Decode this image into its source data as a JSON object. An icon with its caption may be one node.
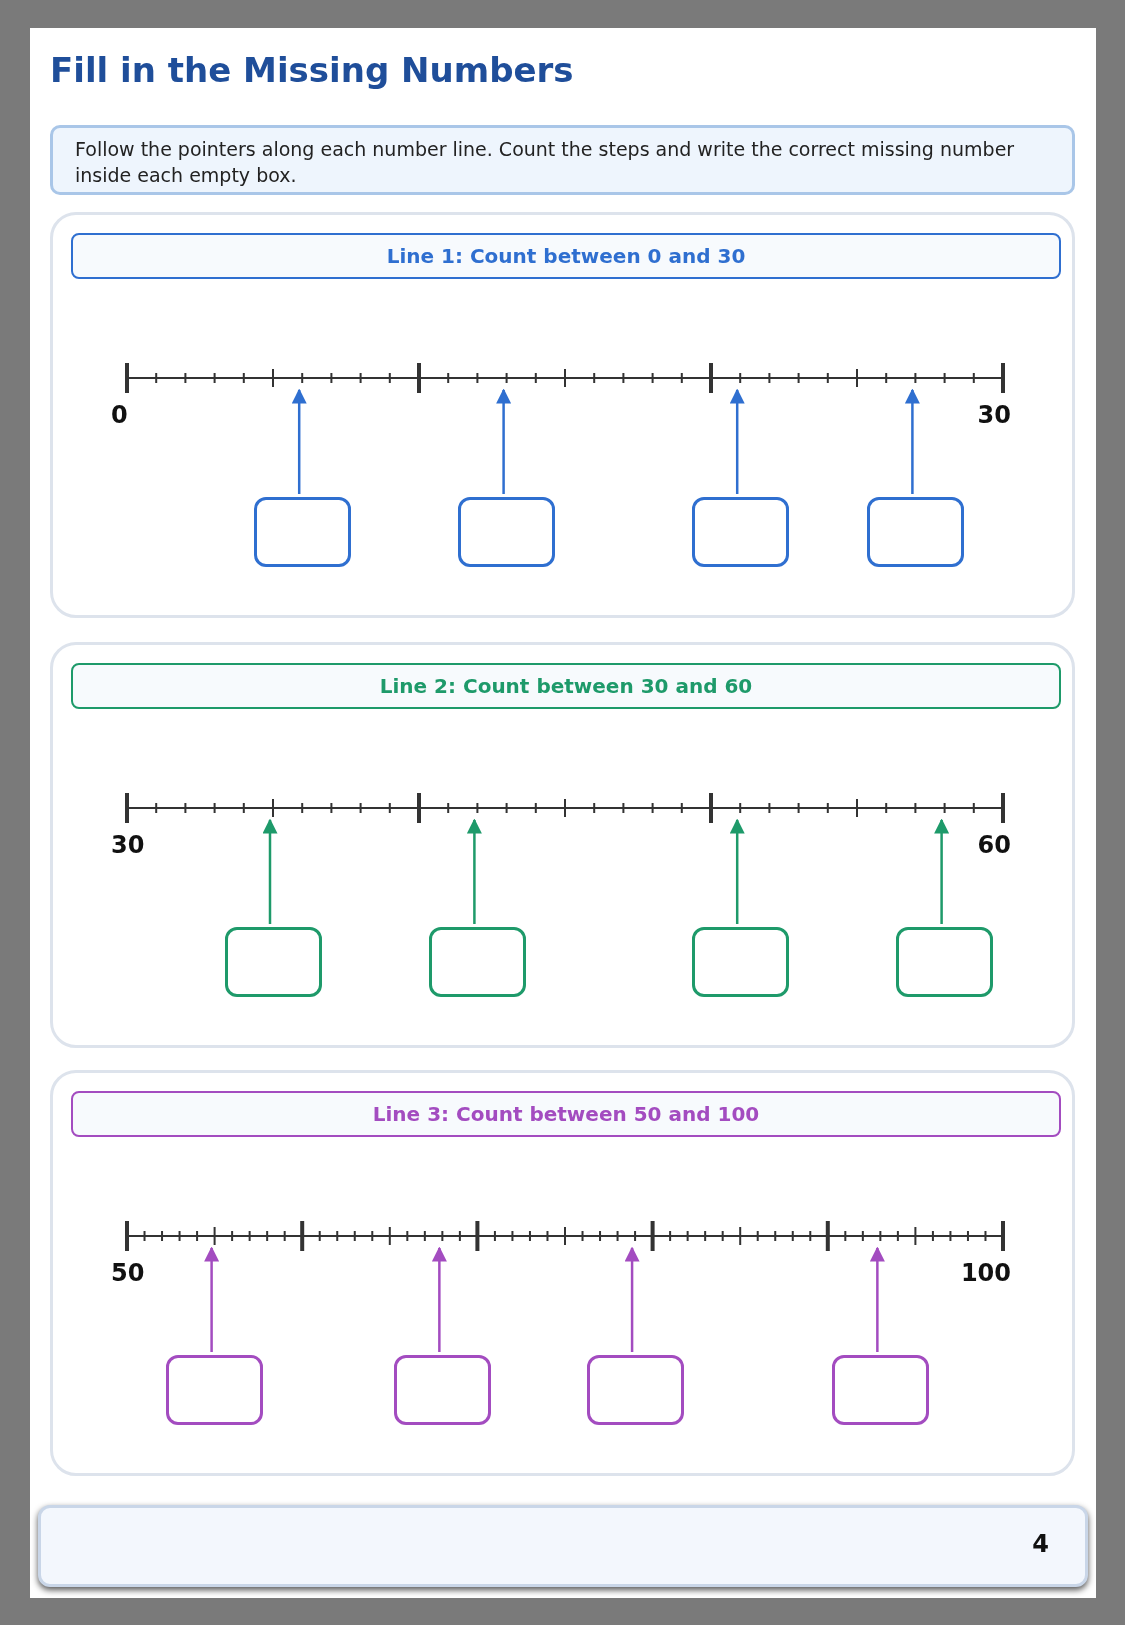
{
  "diagram": {
    "title": "Fill in the Missing Numbers",
    "nodes": [
      {
        "text": [
          "Follow the pointers along each number line. Count the steps and write the correct missing number inside each empty box."
        ]
      },
      {
        "text": [],
        "shape": "box"
      },
      {
        "text": [
          "Line 1: Count between 0 and 30"
        ],
        "in": 1
      },
      {
        "text": [],
        "shape": "bar",
        "in": 1,
        "beside": [
          "0",
          "30"
        ]
      },
      {
        "text": [],
        "shape": "box",
        "in": 1
      },
      {
        "text": [],
        "shape": "box",
        "in": 1
      },
      {
        "text": [],
        "shape": "box",
        "in": 1
      },
      {
        "text": [],
        "shape": "box",
        "in": 1
      },
      {
        "text": [],
        "shape": "box"
      },
      {
        "text": [
          "Line 2: Count between 30 and 60"
        ],
        "in": 8
      },
      {
        "text": [],
        "shape": "bar",
        "in": 8,
        "beside": [
          "30",
          "60"
        ]
      },
      {
        "text": [],
        "shape": "box",
        "in": 8
      },
      {
        "text": [],
        "shape": "box",
        "in": 8
      },
      {
        "text": [],
        "shape": "box",
        "in": 8
      },
      {
        "text": [],
        "shape": "box",
        "in": 8
      },
      {
        "text": [],
        "shape": "box"
      },
      {
        "text": [
          "Line 3: Count between 50 and 100"
        ],
        "in": 15
      },
      {
        "text": [],
        "shape": "bar",
        "in": 15,
        "beside": [
          "50",
          "100"
        ]
      },
      {
        "text": [],
        "shape": "box",
        "in": 15
      },
      {
        "text": [],
        "shape": "box",
        "in": 15
      },
      {
        "text": [],
        "shape": "box",
        "in": 15
      },
      {
        "text": [],
        "shape": "box",
        "in": 15
      },
      {
        "text": [
          "4"
        ]
      }
    ],
    "edges": [
      {
        "from": 4,
        "to": 3,
        "arrow": "to"
      },
      {
        "from": 5,
        "to": 3,
        "arrow": "to"
      },
      {
        "from": 6,
        "to": 3,
        "arrow": "to"
      },
      {
        "from": 7,
        "to": 3,
        "arrow": "to"
      },
      {
        "from": 11,
        "to": 10,
        "arrow": "to",
        "color": "#1e9a6a"
      },
      {
        "from": 12,
        "to": 10,
        "arrow": "to",
        "color": "#1e9a6a"
      },
      {
        "from": 13,
        "to": 10,
        "arrow": "to",
        "color": "#1e9a6a"
      },
      {
        "from": 14,
        "to": 10,
        "arrow": "to",
        "color": "#1e9a6a"
      },
      {
        "from": 18,
        "to": 17,
        "arrow": "to",
        "color": "#a34cc0"
      },
      {
        "from": 19,
        "to": 17,
        "arrow": "to",
        "color": "#a34cc0"
      },
      {
        "from": 20,
        "to": 17,
        "arrow": "to",
        "color": "#a34cc0"
      },
      {
        "from": 21,
        "to": 17,
        "arrow": "to",
        "color": "#a34cc0"
      }
    ]
  }
}
